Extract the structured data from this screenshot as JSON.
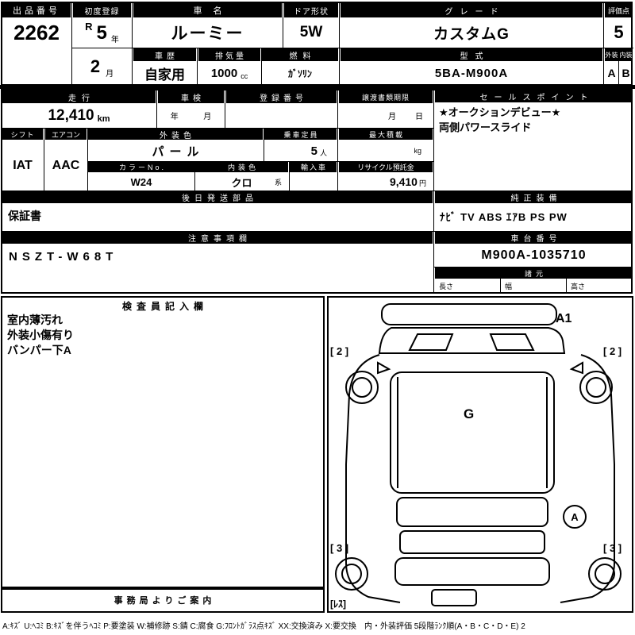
{
  "top": {
    "auction_no": {
      "label": "出品番号",
      "value": "2262"
    },
    "first_reg": {
      "label": "初度登録",
      "era": "R",
      "year": "5",
      "year_unit": "年",
      "month": "2",
      "month_unit": "月"
    },
    "car_name": {
      "label": "車名",
      "value": "ルーミー"
    },
    "door": {
      "label": "ドア形状",
      "value": "5W"
    },
    "grade": {
      "label": "グレード",
      "value": "カスタムG"
    },
    "score": {
      "label": "評価点",
      "value": "5"
    },
    "history": {
      "label": "車歴",
      "value": "自家用"
    },
    "displacement": {
      "label": "排気量",
      "value": "1000",
      "unit": "cc"
    },
    "fuel": {
      "label": "燃料",
      "value": "ｶﾞｿﾘﾝ"
    },
    "model": {
      "label": "型式",
      "value": "5BA-M900A"
    },
    "exterior": {
      "label": "外装",
      "value": "A"
    },
    "interior": {
      "label": "内装",
      "value": "B"
    }
  },
  "mid": {
    "mileage": {
      "label": "走行",
      "value": "12,410",
      "unit": "km"
    },
    "shaken": {
      "label": "車検",
      "year_unit": "年",
      "month_unit": "月"
    },
    "reg_no": {
      "label": "登録番号"
    },
    "transfer": {
      "label": "譲渡書類期限",
      "month_unit": "月",
      "day_unit": "日"
    },
    "sales_point": {
      "label": "セールスポイント",
      "line1": "★オークションデビュー★",
      "line2": "両側パワースライド"
    },
    "shift": {
      "label": "シフト",
      "value": "IAT"
    },
    "aircon": {
      "label": "エアコン",
      "value": "AAC"
    },
    "ext_color": {
      "label": "外装色",
      "value": "パール"
    },
    "capacity": {
      "label": "乗車定員",
      "value": "5",
      "unit": "人"
    },
    "max_load": {
      "label": "最大積載",
      "unit": "kg"
    },
    "color_no": {
      "label": "カラーNo.",
      "value": "W24"
    },
    "int_color": {
      "label": "内装色",
      "value": "クロ",
      "suffix": "系"
    },
    "import_car": {
      "label": "輸入車"
    },
    "recycle": {
      "label": "リサイクル預託金",
      "value": "9,410",
      "unit": "円"
    },
    "later_parts": {
      "label": "後日発送部品",
      "value": "保証書"
    },
    "equipment": {
      "label": "純正装備",
      "value": "ﾅﾋﾞ TV ABS ｴｱB PS PW"
    },
    "notes": {
      "label": "注意事項欄",
      "value": "NSZT-W68T"
    },
    "chassis_no": {
      "label": "車台番号",
      "value": "M900A-1035710"
    },
    "specs": {
      "label": "諸元",
      "length_label": "長さ",
      "width_label": "幅",
      "height_label": "高さ"
    }
  },
  "inspection": {
    "title": "検査員記入欄",
    "lines": [
      "室内薄汚れ",
      "外装小傷有り",
      "バンパー下A"
    ],
    "office_title": "事務局よりご案内"
  },
  "diagram": {
    "a1": "A1",
    "tire_fl": "[ 2 ]",
    "tire_fr": "[ 2 ]",
    "glass_mark": "G",
    "panel_mark": "A",
    "tire_rl": "[ 3 ]",
    "tire_rr": "[ 3 ]",
    "spare": "[ﾚｽ]"
  },
  "legend": "A:ｷｽﾞ U:ﾍｺﾐ B:ｷｽﾞを伴うﾍｺﾐ P:要塗装 W:補修跡 S:錆 C:腐食 G:ﾌﾛﾝﾄｶﾞﾗｽ点ｷｽﾞ XX:交換済み X:要交換　内・外装評価 5段階ﾗﾝｸ順(A・B・C・D・E) 2"
}
